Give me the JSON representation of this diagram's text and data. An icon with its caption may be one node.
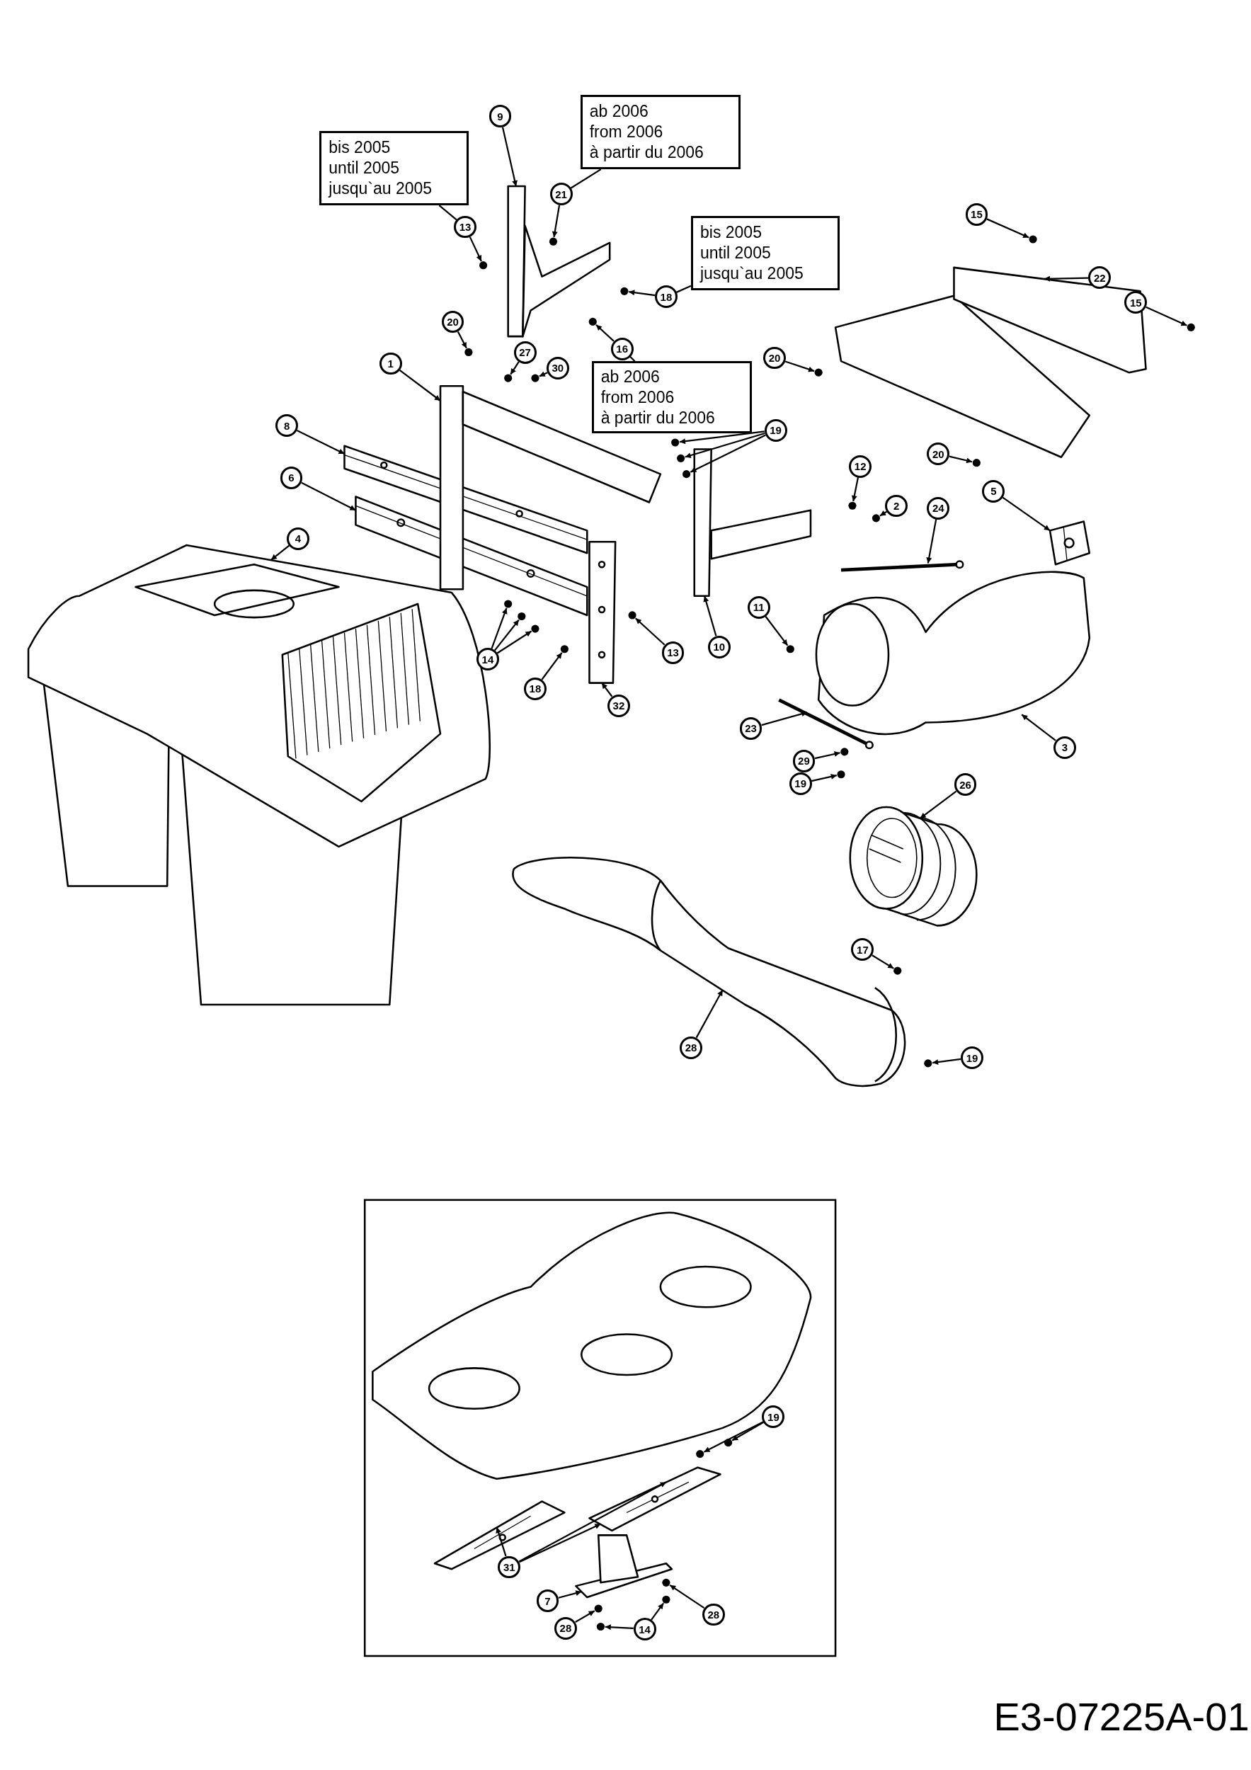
{
  "diagram": {
    "nodes": [
      {
        "text": [
          "9"
        ]
      },
      {
        "text": [
          "21"
        ]
      },
      {
        "text": [
          "13"
        ]
      },
      {
        "text": [
          "18"
        ]
      },
      {
        "text": [
          "20"
        ]
      },
      {
        "text": [
          "27"
        ]
      },
      {
        "text": [
          "30"
        ]
      },
      {
        "text": [
          "16"
        ]
      },
      {
        "text": [
          "1"
        ]
      },
      {
        "text": [
          "8"
        ]
      },
      {
        "text": [
          "6"
        ]
      },
      {
        "text": [
          "4"
        ]
      },
      {
        "text": [
          "19"
        ]
      },
      {
        "text": [
          "10"
        ]
      },
      {
        "text": [
          "13"
        ]
      },
      {
        "text": [
          "14"
        ]
      },
      {
        "text": [
          "18"
        ]
      },
      {
        "text": [
          "32"
        ]
      },
      {
        "text": [
          "15"
        ]
      },
      {
        "text": [
          "22"
        ]
      },
      {
        "text": [
          "15"
        ]
      },
      {
        "text": [
          "20"
        ]
      },
      {
        "text": [
          "20"
        ]
      },
      {
        "text": [
          "12"
        ]
      },
      {
        "text": [
          "2"
        ]
      },
      {
        "text": [
          "24"
        ]
      },
      {
        "text": [
          "5"
        ]
      },
      {
        "text": [
          "11"
        ]
      },
      {
        "text": [
          "23"
        ]
      },
      {
        "text": [
          "29"
        ]
      },
      {
        "text": [
          "19"
        ]
      },
      {
        "text": [
          "3"
        ]
      },
      {
        "text": [
          "26"
        ]
      },
      {
        "text": [
          "17"
        ]
      },
      {
        "text": [
          "28"
        ]
      },
      {
        "text": [
          "19"
        ]
      },
      {
        "text": [
          "19"
        ]
      },
      {
        "text": [
          "31"
        ]
      },
      {
        "text": [
          "7"
        ]
      },
      {
        "text": [
          "28"
        ]
      },
      {
        "text": [
          "14"
        ]
      },
      {
        "text": [
          "28"
        ]
      },
      {
        "text": [
          "bis 2005",
          "until 2005",
          "jusqu`au 2005"
        ]
      },
      {
        "text": [
          "ab 2006",
          "from 2006",
          "à partir du 2006"
        ]
      },
      {
        "text": [
          "bis 2005",
          "until 2005",
          "jusqu`au 2005"
        ]
      },
      {
        "text": [
          "ab 2006",
          "from 2006",
          "à partir du 2006"
        ]
      },
      {
        "text": [],
        "shape": "picture"
      },
      {
        "text": [],
        "shape": "circle"
      },
      {
        "text": [],
        "shape": "circle"
      },
      {
        "text": [],
        "shape": "circle"
      },
      {
        "text": [],
        "shape": "circle"
      },
      {
        "text": [],
        "shape": "circle"
      },
      {
        "text": [],
        "shape": "circle"
      },
      {
        "text": [],
        "shape": "circle"
      },
      {
        "text": [],
        "shape": "picture"
      },
      {
        "text": [],
        "shape": "picture"
      },
      {
        "text": [],
        "shape": "picture"
      },
      {
        "text": [],
        "shape": "picture"
      },
      {
        "text": [],
        "shape": "circle"
      },
      {
        "text": [],
        "shape": "circle"
      },
      {
        "text": [],
        "shape": "circle"
      },
      {
        "text": [],
        "shape": "picture"
      },
      {
        "text": [],
        "shape": "circle"
      },
      {
        "text": [],
        "shape": "circle"
      },
      {
        "text": [],
        "shape": "circle"
      },
      {
        "text": [],
        "shape": "circle"
      },
      {
        "text": [],
        "shape": "circle"
      },
      {
        "text": [],
        "shape": "picture"
      },
      {
        "text": [],
        "shape": "circle"
      },
      {
        "text": [],
        "shape": "picture"
      },
      {
        "text": [],
        "shape": "circle"
      },
      {
        "text": [],
        "shape": "circle"
      },
      {
        "text": [],
        "shape": "circle"
      },
      {
        "text": [],
        "shape": "circle"
      },
      {
        "text": [],
        "shape": "circle"
      },
      {
        "text": [],
        "shape": "picture"
      },
      {
        "text": [],
        "shape": "picture"
      },
      {
        "text": [],
        "shape": "circle"
      },
      {
        "text": [],
        "shape": "picture"
      },
      {
        "text": [],
        "shape": "circle"
      },
      {
        "text": [],
        "shape": "circle"
      },
      {
        "text": [],
        "shape": "picture"
      },
      {
        "text": [],
        "shape": "picture"
      },
      {
        "text": [],
        "shape": "circle"
      },
      {
        "text": [],
        "shape": "picture"
      },
      {
        "text": [],
        "shape": "circle"
      },
      {
        "text": [],
        "shape": "circle"
      },
      {
        "text": [],
        "shape": "circle"
      },
      {
        "text": [],
        "shape": "picture"
      },
      {
        "text": [],
        "shape": "picture"
      },
      {
        "text": [],
        "shape": "picture"
      },
      {
        "text": [],
        "shape": "circle"
      },
      {
        "text": [],
        "shape": "circle"
      },
      {
        "text": [],
        "shape": "circle"
      },
      {
        "text": [],
        "shape": "circle"
      }
    ],
    "edges": [
      {
        "from": 0,
        "to": 46,
        "arrow": "to"
      },
      {
        "from": 1,
        "to": 47,
        "arrow": "to"
      },
      {
        "from": 2,
        "to": 48,
        "arrow": "to"
      },
      {
        "from": 3,
        "to": 49,
        "arrow": "to"
      },
      {
        "from": 4,
        "to": 50,
        "arrow": "to"
      },
      {
        "from": 5,
        "to": 51,
        "arrow": "to"
      },
      {
        "from": 6,
        "to": 52,
        "arrow": "to"
      },
      {
        "from": 7,
        "to": 53,
        "arrow": "to"
      },
      {
        "from": 8,
        "to": 54,
        "arrow": "to"
      },
      {
        "from": 9,
        "to": 55,
        "arrow": "to"
      },
      {
        "from": 10,
        "to": 56,
        "arrow": "to"
      },
      {
        "from": 11,
        "to": 57,
        "arrow": "to"
      },
      {
        "from": 12,
        "to": 58,
        "arrow": "to"
      },
      {
        "from": 12,
        "to": 59,
        "arrow": "to"
      },
      {
        "from": 12,
        "to": 60,
        "arrow": "to"
      },
      {
        "from": 13,
        "to": 61,
        "arrow": "to"
      },
      {
        "from": 14,
        "to": 62,
        "arrow": "to"
      },
      {
        "from": 15,
        "to": 63,
        "arrow": "to"
      },
      {
        "from": 15,
        "to": 64,
        "arrow": "to"
      },
      {
        "from": 15,
        "to": 65,
        "arrow": "to"
      },
      {
        "from": 16,
        "to": 66,
        "arrow": "to"
      },
      {
        "from": 17,
        "to": 67,
        "arrow": "to"
      },
      {
        "from": 18,
        "to": 68,
        "arrow": "to"
      },
      {
        "from": 19,
        "to": 69,
        "arrow": "to"
      },
      {
        "from": 20,
        "to": 70,
        "arrow": "to"
      },
      {
        "from": 21,
        "to": 71,
        "arrow": "to"
      },
      {
        "from": 22,
        "to": 72,
        "arrow": "to"
      },
      {
        "from": 23,
        "to": 73,
        "arrow": "to"
      },
      {
        "from": 24,
        "to": 74,
        "arrow": "to"
      },
      {
        "from": 25,
        "to": 75,
        "arrow": "to"
      },
      {
        "from": 26,
        "to": 76,
        "arrow": "to"
      },
      {
        "from": 27,
        "to": 77,
        "arrow": "to"
      },
      {
        "from": 28,
        "to": 78,
        "arrow": "to"
      },
      {
        "from": 29,
        "to": 79,
        "arrow": "to"
      },
      {
        "from": 30,
        "to": 80,
        "arrow": "to"
      },
      {
        "from": 31,
        "to": 81,
        "arrow": "to"
      },
      {
        "from": 32,
        "to": 82,
        "arrow": "to"
      },
      {
        "from": 33,
        "to": 83,
        "arrow": "to"
      },
      {
        "from": 34,
        "to": 84,
        "arrow": "to"
      },
      {
        "from": 35,
        "to": 85,
        "arrow": "to"
      },
      {
        "from": 36,
        "to": 86,
        "arrow": "to"
      },
      {
        "from": 36,
        "to": 87,
        "arrow": "to"
      },
      {
        "from": 37,
        "to": 88,
        "arrow": "to"
      },
      {
        "from": 37,
        "to": 89,
        "arrow": "to"
      },
      {
        "from": 37,
        "to": 89,
        "arrow": "to"
      },
      {
        "from": 38,
        "to": 90,
        "arrow": "to"
      },
      {
        "from": 39,
        "to": 91,
        "arrow": "to"
      },
      {
        "from": 40,
        "to": 92,
        "arrow": "to"
      },
      {
        "from": 40,
        "to": 94,
        "arrow": "to"
      },
      {
        "from": 41,
        "to": 93,
        "arrow": "to"
      },
      {
        "from": 42,
        "to": 2,
        "arrow": "none"
      },
      {
        "from": 43,
        "to": 1,
        "arrow": "none"
      },
      {
        "from": 44,
        "to": 3,
        "arrow": "none"
      },
      {
        "from": 45,
        "to": 7,
        "arrow": "none"
      }
    ],
    "labels": [
      "E3-07225A-01"
    ]
  }
}
